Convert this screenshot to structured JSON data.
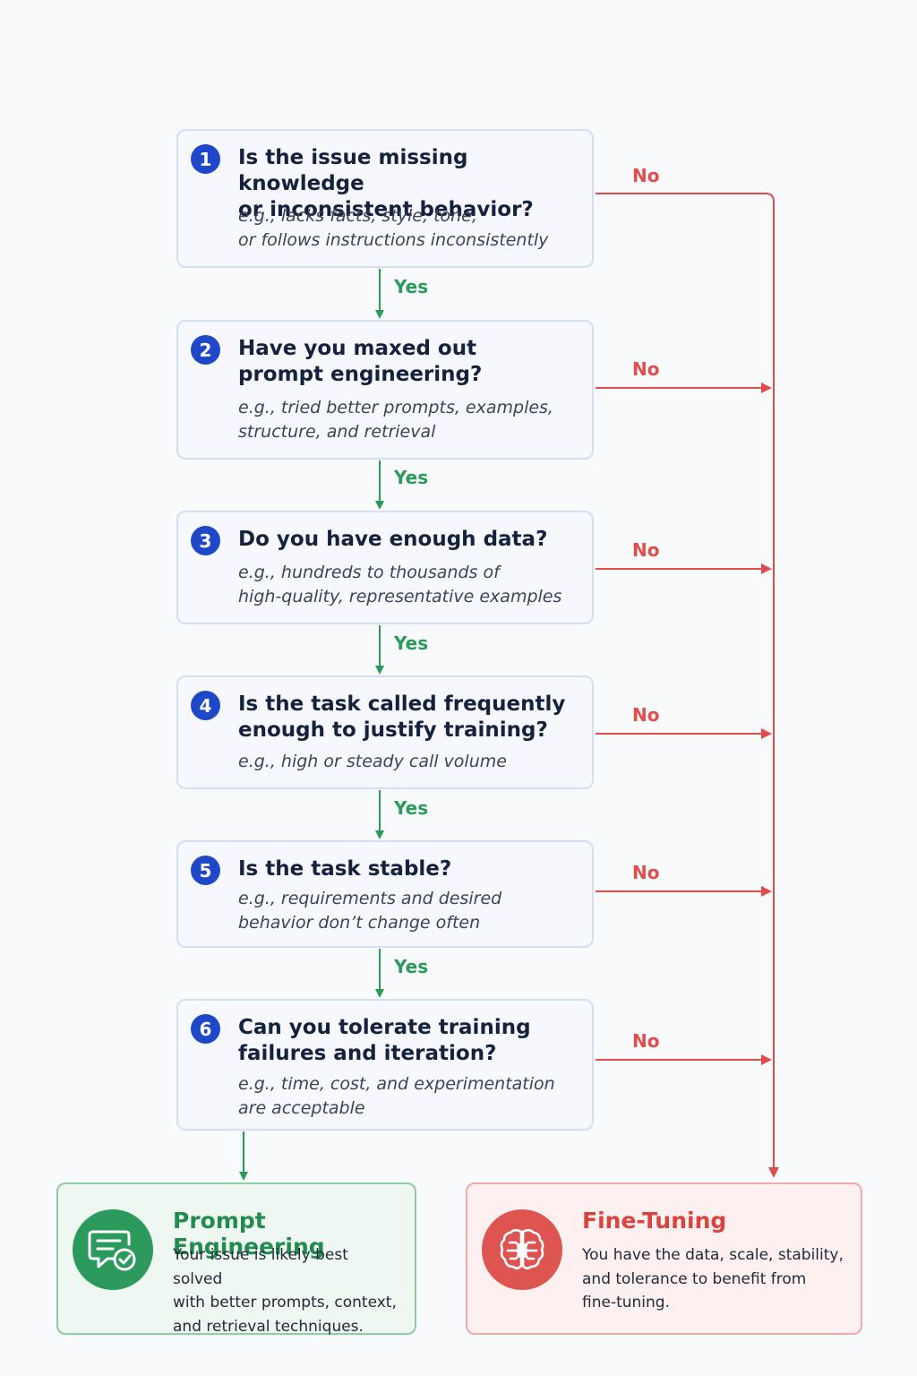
{
  "colors": {
    "yes": "#2a9a5b",
    "no": "#e14d4d",
    "question_badge": "#1f48c9",
    "prompt_engineering": "#2b9a5c",
    "fine_tuning": "#de5450"
  },
  "questions": [
    {
      "number": "1",
      "title": "Is the issue missing knowledge\nor inconsistent behavior?",
      "example": "e.g., lacks facts, style, tone,\nor follows instructions inconsistently",
      "yes_label": "Yes",
      "no_label": "No"
    },
    {
      "number": "2",
      "title": "Have you maxed out\nprompt engineering?",
      "example": "e.g., tried better prompts, examples,\nstructure, and retrieval",
      "yes_label": "Yes",
      "no_label": "No"
    },
    {
      "number": "3",
      "title": "Do you have enough data?",
      "example": "e.g., hundreds to thousands of\nhigh-quality, representative examples",
      "yes_label": "Yes",
      "no_label": "No"
    },
    {
      "number": "4",
      "title": "Is the task called frequently\nenough to justify training?",
      "example": "e.g., high or steady call volume",
      "yes_label": "Yes",
      "no_label": "No"
    },
    {
      "number": "5",
      "title": "Is the task stable?",
      "example": "e.g., requirements and desired\nbehavior don’t change often",
      "yes_label": "Yes",
      "no_label": "No"
    },
    {
      "number": "6",
      "title": "Can you tolerate training\nfailures and iteration?",
      "example": "e.g., time, cost, and experimentation\nare acceptable",
      "no_label": "No"
    }
  ],
  "outcomes": {
    "prompt_engineering": {
      "title": "Prompt Engineering",
      "description": "Your issue is likely best solved\nwith better prompts, context,\nand retrieval techniques.",
      "icon": "chat-check-icon"
    },
    "fine_tuning": {
      "title": "Fine-Tuning",
      "description": "You have the data, scale, stability,\nand tolerance to benefit from\nfine-tuning.",
      "icon": "brain-circuit-icon"
    }
  }
}
